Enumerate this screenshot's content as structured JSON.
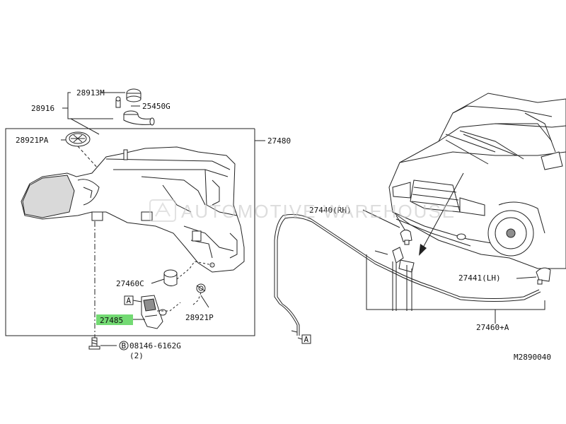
{
  "labels": {
    "p28913M": "28913M",
    "p28916": "28916",
    "p25450G": "25450G",
    "p28921PA": "28921PA",
    "p27480": "27480",
    "p27460C": "27460C",
    "p27485": "27485",
    "p28921P": "28921P",
    "bolt_circle": "B",
    "bolt_part": "08146-6162G",
    "bolt_qty": "(2)",
    "ref_a1": "A",
    "ref_a2": "A",
    "p27440": "27440(RH)",
    "p27441": "27441(LH)",
    "p27460A": "27460+A",
    "diagram_code": "M2890040"
  },
  "watermark": "AUTOMOTIVE WAREHOUSE",
  "highlight_part": "27485",
  "highlight_color": "#5bd35b"
}
